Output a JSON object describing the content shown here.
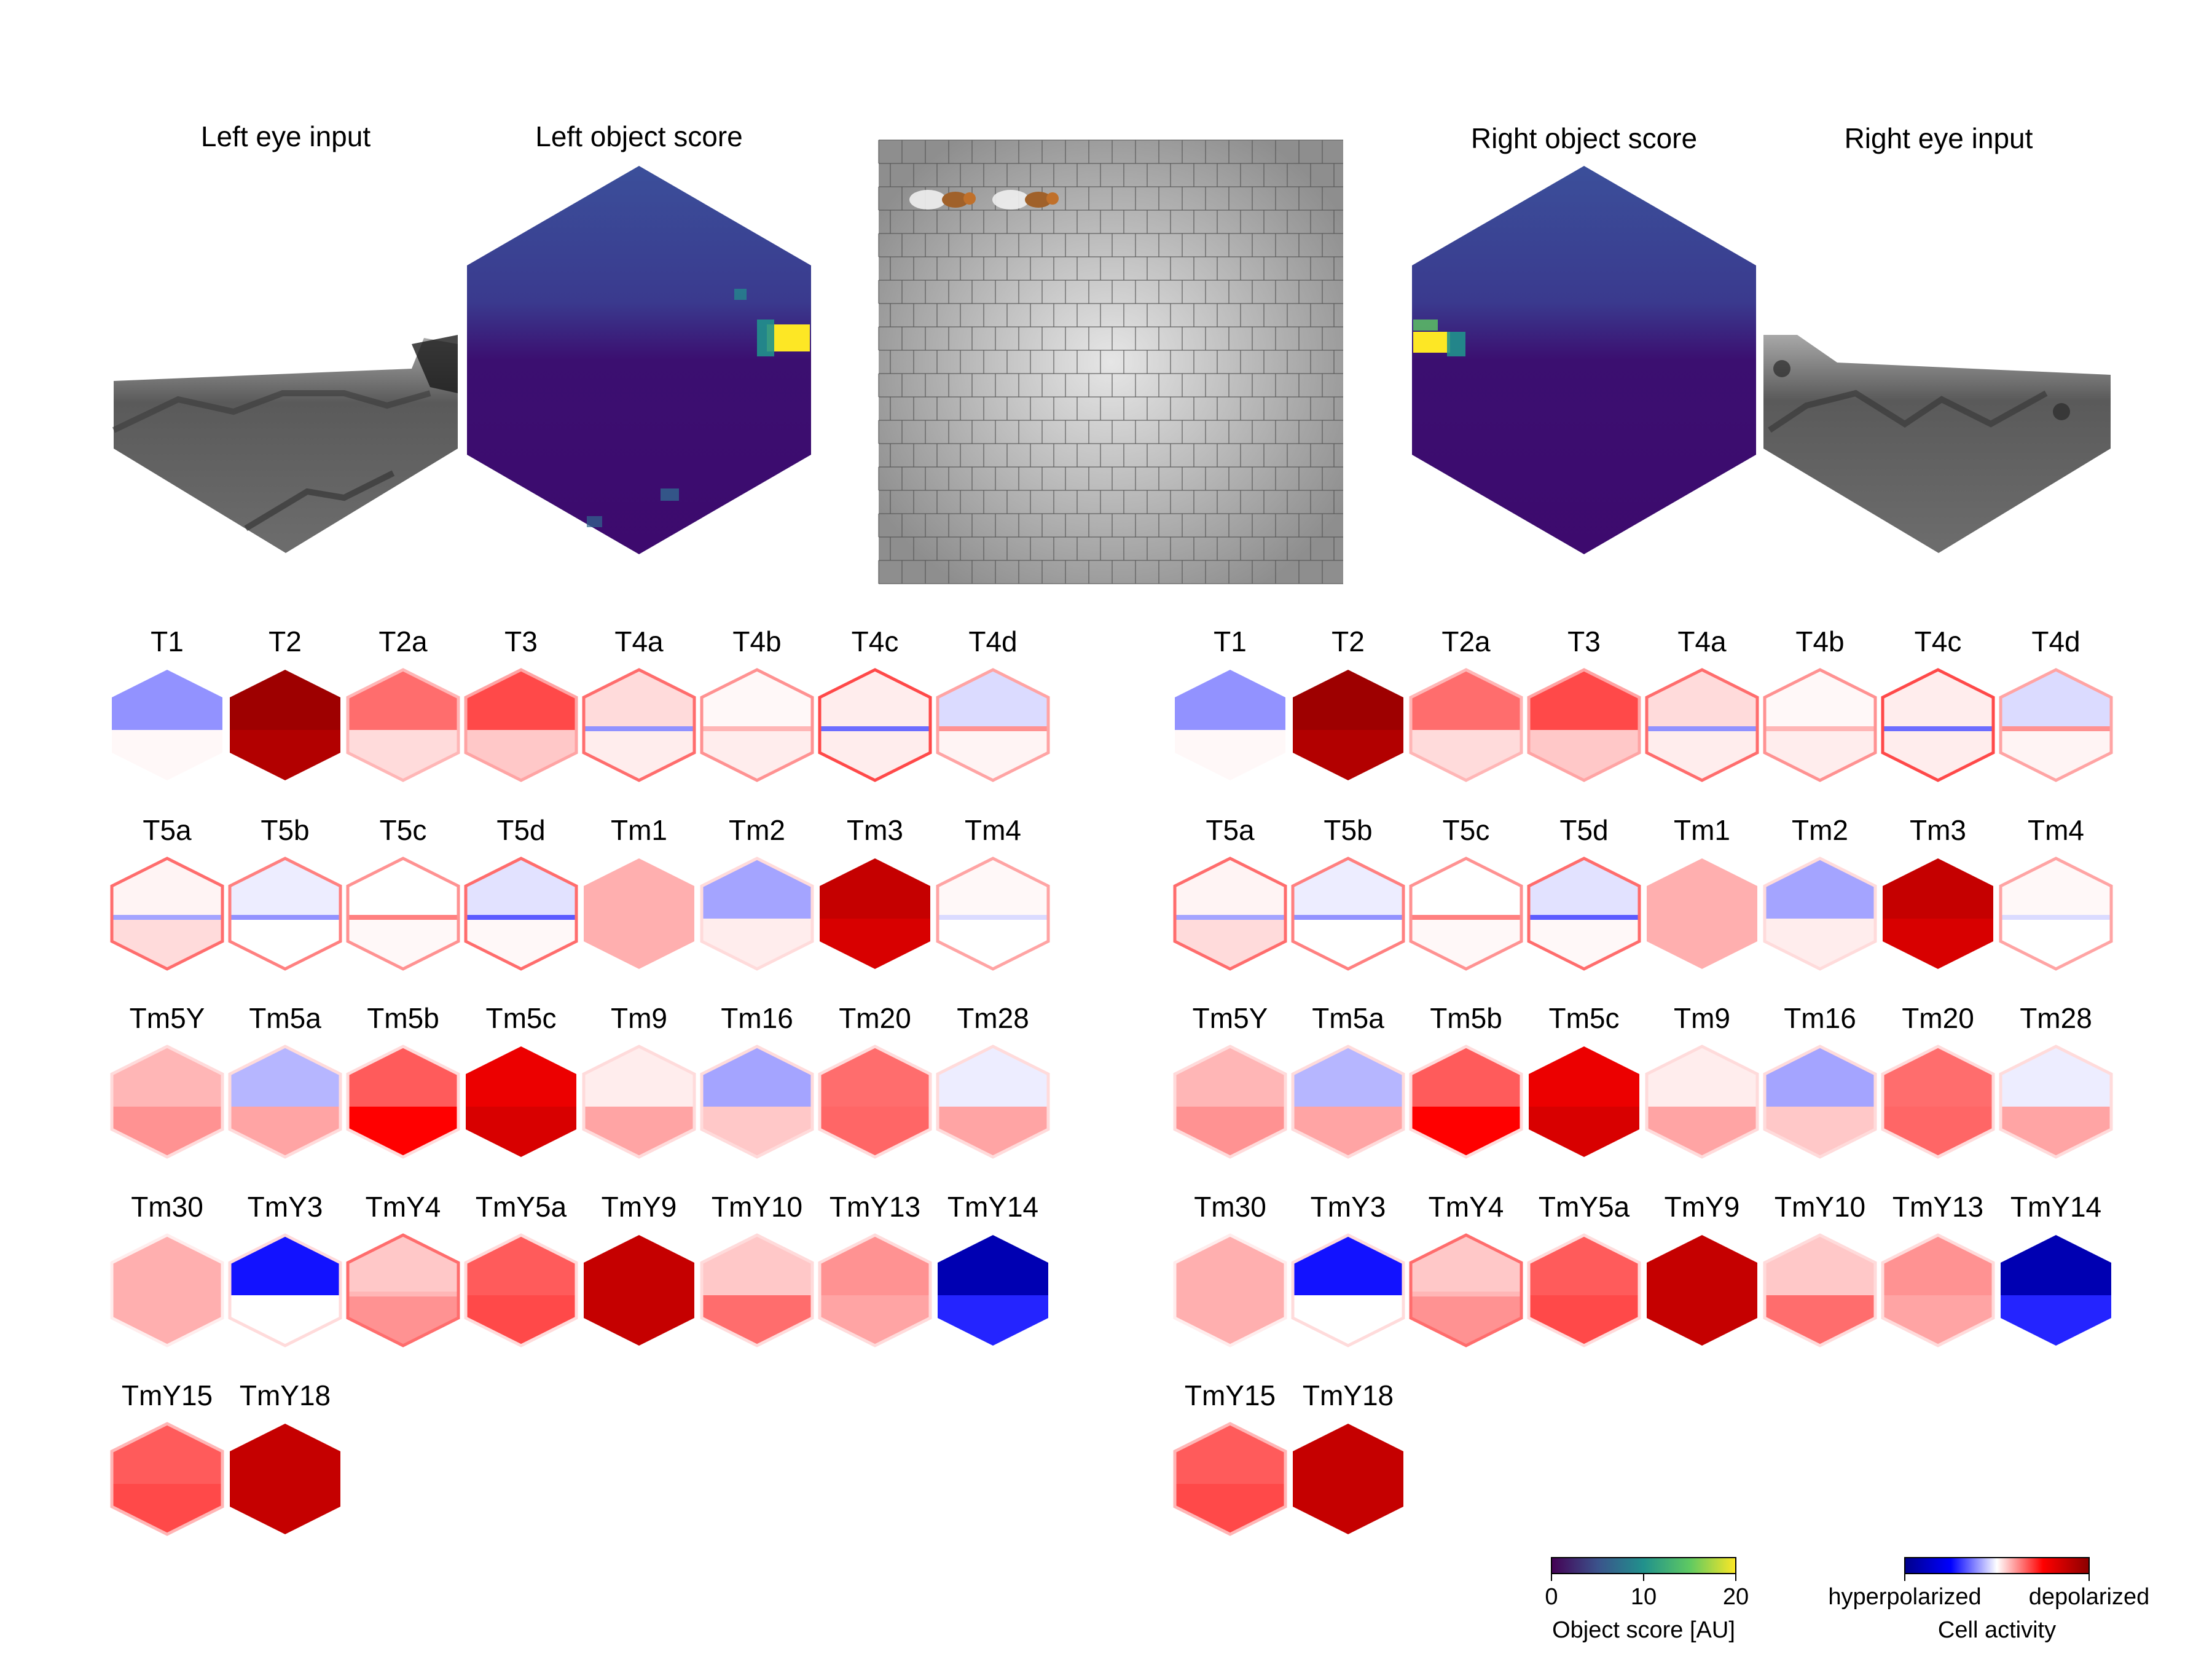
{
  "top_panels": {
    "left_eye_input": "Left eye input",
    "left_object_score": "Left object score",
    "right_object_score": "Right object score",
    "right_eye_input": "Right eye input"
  },
  "cell_types": [
    "T1",
    "T2",
    "T2a",
    "T3",
    "T4a",
    "T4b",
    "T4c",
    "T4d",
    "T5a",
    "T5b",
    "T5c",
    "T5d",
    "Tm1",
    "Tm2",
    "Tm3",
    "Tm4",
    "Tm5Y",
    "Tm5a",
    "Tm5b",
    "Tm5c",
    "Tm9",
    "Tm16",
    "Tm20",
    "Tm28",
    "Tm30",
    "TmY3",
    "TmY4",
    "TmY5a",
    "TmY9",
    "TmY10",
    "TmY13",
    "TmY14",
    "TmY15",
    "TmY18"
  ],
  "cell_activity": {
    "T1": {
      "upper": -0.3,
      "lower": 0.02,
      "edge": 0.0,
      "stripe": 0.0
    },
    "T2": {
      "upper": 0.95,
      "lower": 0.9,
      "edge": 0.0,
      "stripe": 0.0
    },
    "T2a": {
      "upper": 0.4,
      "lower": 0.1,
      "edge": 0.2,
      "stripe": 0.0
    },
    "T3": {
      "upper": 0.5,
      "lower": 0.15,
      "edge": 0.25,
      "stripe": 0.0
    },
    "T4a": {
      "upper": 0.1,
      "lower": 0.05,
      "edge": 0.4,
      "stripe": -0.3
    },
    "T4b": {
      "upper": 0.02,
      "lower": 0.05,
      "edge": 0.3,
      "stripe": 0.2
    },
    "T4c": {
      "upper": 0.05,
      "lower": 0.05,
      "edge": 0.5,
      "stripe": -0.4
    },
    "T4d": {
      "upper": -0.1,
      "lower": 0.03,
      "edge": 0.25,
      "stripe": 0.3
    },
    "T5a": {
      "upper": 0.03,
      "lower": 0.1,
      "edge": 0.4,
      "stripe": -0.25
    },
    "T5b": {
      "upper": -0.05,
      "lower": 0.0,
      "edge": 0.35,
      "stripe": -0.3
    },
    "T5c": {
      "upper": 0.0,
      "lower": 0.02,
      "edge": 0.3,
      "stripe": 0.35
    },
    "T5d": {
      "upper": -0.08,
      "lower": 0.02,
      "edge": 0.4,
      "stripe": -0.45
    },
    "Tm1": {
      "upper": 0.22,
      "lower": 0.22,
      "edge": 0.0,
      "stripe": 0.0
    },
    "Tm2": {
      "upper": -0.25,
      "lower": 0.05,
      "edge": 0.1,
      "stripe": 0.0
    },
    "Tm3": {
      "upper": 0.85,
      "lower": 0.8,
      "edge": 0.0,
      "stripe": 0.0
    },
    "Tm4": {
      "upper": 0.02,
      "lower": 0.0,
      "edge": 0.25,
      "stripe": -0.1
    },
    "Tm5Y": {
      "upper": 0.2,
      "lower": 0.3,
      "edge": 0.1,
      "stripe": 0.0
    },
    "Tm5a": {
      "upper": -0.2,
      "lower": 0.25,
      "edge": 0.1,
      "stripe": 0.0
    },
    "Tm5b": {
      "upper": 0.45,
      "lower": 0.7,
      "edge": 0.1,
      "stripe": 0.0
    },
    "Tm5c": {
      "upper": 0.75,
      "lower": 0.8,
      "edge": 0.0,
      "stripe": 0.0
    },
    "Tm9": {
      "upper": 0.05,
      "lower": 0.25,
      "edge": 0.1,
      "stripe": 0.0
    },
    "Tm16": {
      "upper": -0.25,
      "lower": 0.15,
      "edge": 0.1,
      "stripe": 0.0
    },
    "Tm20": {
      "upper": 0.4,
      "lower": 0.42,
      "edge": 0.1,
      "stripe": 0.0
    },
    "Tm28": {
      "upper": -0.05,
      "lower": 0.25,
      "edge": 0.1,
      "stripe": 0.0
    },
    "Tm30": {
      "upper": 0.22,
      "lower": 0.22,
      "edge": 0.05,
      "stripe": 0.0
    },
    "TmY3": {
      "upper": -0.65,
      "lower": 0.0,
      "edge": 0.1,
      "stripe": 0.0
    },
    "TmY4": {
      "upper": 0.15,
      "lower": 0.3,
      "edge": 0.4,
      "stripe": 0.2
    },
    "TmY5a": {
      "upper": 0.45,
      "lower": 0.5,
      "edge": 0.1,
      "stripe": 0.0
    },
    "TmY9": {
      "upper": 0.85,
      "lower": 0.85,
      "edge": 0.0,
      "stripe": 0.0
    },
    "TmY10": {
      "upper": 0.15,
      "lower": 0.4,
      "edge": 0.1,
      "stripe": 0.0
    },
    "TmY13": {
      "upper": 0.3,
      "lower": 0.25,
      "edge": 0.1,
      "stripe": 0.0
    },
    "TmY14": {
      "upper": -0.9,
      "lower": -0.6,
      "edge": 0.0,
      "stripe": 0.0
    },
    "TmY15": {
      "upper": 0.45,
      "lower": 0.5,
      "edge": 0.2,
      "stripe": 0.0
    },
    "TmY18": {
      "upper": 0.85,
      "lower": 0.85,
      "edge": 0.0,
      "stripe": 0.0
    }
  },
  "object_colorbar": {
    "label": "Object score [AU]",
    "ticks": [
      "0",
      "10",
      "20"
    ],
    "range": [
      0,
      20
    ],
    "colors": [
      "#440154",
      "#3b528b",
      "#21918c",
      "#5ec962",
      "#fde725"
    ]
  },
  "activity_colorbar": {
    "label": "Cell activity",
    "low_label": "hyperpolarized",
    "high_label": "depolarized",
    "colors": [
      "#00008b",
      "#0000ff",
      "#ffffff",
      "#ff0000",
      "#8b0000"
    ]
  }
}
